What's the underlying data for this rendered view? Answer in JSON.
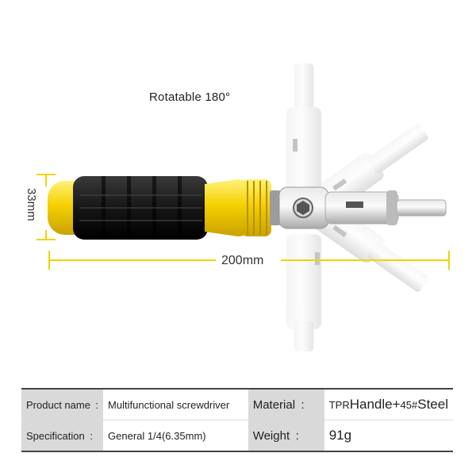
{
  "figure": {
    "rotation_caption": "Rotatable 180°",
    "length_label": "200mm",
    "diameter_label": "33mm",
    "colors": {
      "handle_yellow": "#f5d000",
      "grip_black": "#1b1b1b",
      "steel": "#c9c9c9",
      "dimension_line": "#f0d400"
    }
  },
  "spec_table": {
    "product_name_label": "Product name :",
    "product_name_value": "Multifunctional screwdriver",
    "material_label": "Material :",
    "material_value_prefix": "TPR",
    "material_value_main": "Handle+",
    "material_value_grade": "45#",
    "material_value_steel": "Steel",
    "specification_label": "Specification :",
    "specification_value": "General 1/4(6.35mm)",
    "weight_label": "Weight :",
    "weight_value": "91g"
  }
}
